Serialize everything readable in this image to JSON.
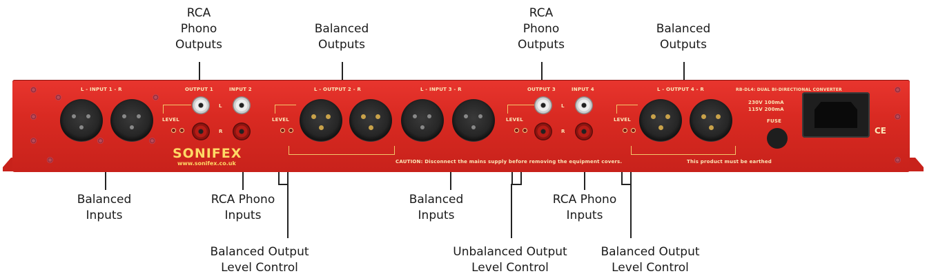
{
  "callouts": {
    "rca_outputs_1": [
      "RCA",
      "Phono",
      "Outputs"
    ],
    "balanced_outputs_2": [
      "Balanced",
      "Outputs"
    ],
    "rca_outputs_3": [
      "RCA",
      "Phono",
      "Outputs"
    ],
    "balanced_outputs_4": [
      "Balanced",
      "Outputs"
    ],
    "balanced_inputs_1": [
      "Balanced",
      "Inputs"
    ],
    "rca_inputs_2": [
      "RCA Phono",
      "Inputs"
    ],
    "balanced_output_level_2": [
      "Balanced Output",
      "Level Control"
    ],
    "balanced_inputs_3": [
      "Balanced",
      "Inputs"
    ],
    "unbalanced_output_level": [
      "Unbalanced Output",
      "Level Control"
    ],
    "rca_inputs_4": [
      "RCA Phono",
      "Inputs"
    ],
    "balanced_output_level_4": [
      "Balanced Output",
      "Level Control"
    ]
  },
  "panel": {
    "input1": "L - INPUT 1 - R",
    "output1": "OUTPUT 1",
    "input2": "INPUT 2",
    "output2": "L - OUTPUT 2 - R",
    "input3": "L - INPUT 3 - R",
    "output3": "OUTPUT 3",
    "input4": "INPUT 4",
    "output4": "L - OUTPUT 4 - R",
    "model": "RB-DL4: DUAL BI-DIRECTIONAL CONVERTER",
    "power1": "230V  100mA",
    "power2": "115V  200mA",
    "fuse": "FUSE",
    "level": "LEVEL",
    "l": "L",
    "r": "R",
    "brand": "SONIFEX",
    "url": "www.sonifex.co.uk",
    "caution": "CAUTION:  Disconnect the mains supply before removing the equipment covers.",
    "earthed": "This product must be earthed",
    "ce": "CE"
  }
}
